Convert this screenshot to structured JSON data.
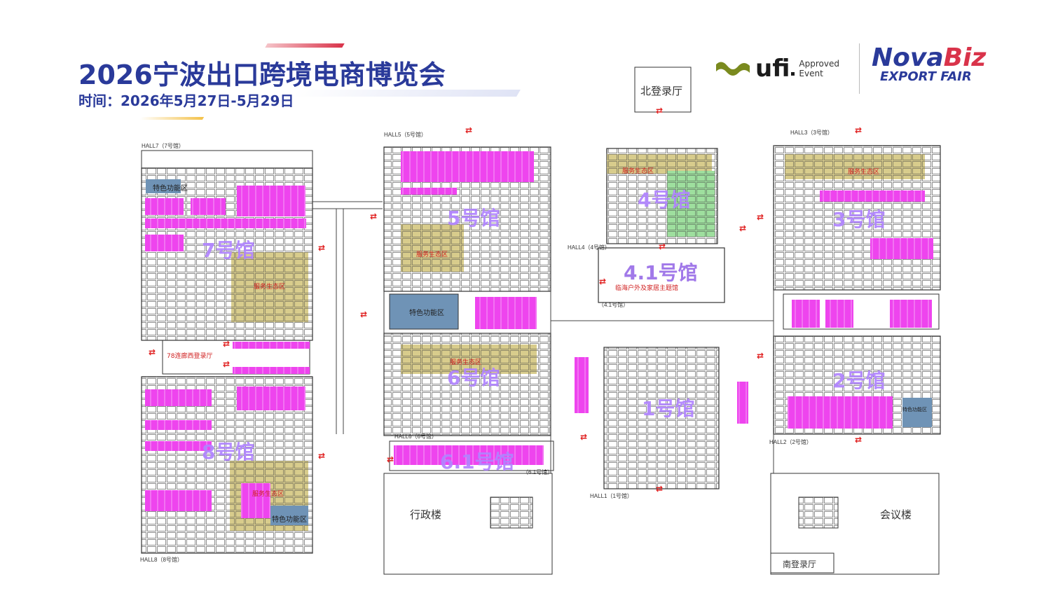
{
  "header": {
    "title": "2026宁波出口跨境电商博览会",
    "date": "时间：2026年5月27日-5月29日"
  },
  "logos": {
    "ufi_text": "ufi",
    "ufi_sub1": "Approved",
    "ufi_sub2": "Event",
    "nova_main_a": "Nova",
    "nova_main_b": "Biz",
    "nova_sub": "EXPORT FAIR"
  },
  "halls": {
    "h7": "7号馆",
    "h8": "8号馆",
    "h5": "5号馆",
    "h6": "6号馆",
    "h61": "6.1号馆",
    "h4": "4号馆",
    "h41": "4.1号馆",
    "h41_sub": "临海户外及家居主题馆",
    "h3": "3号馆",
    "h2": "2号馆",
    "h1": "1号馆"
  },
  "small_labels": {
    "hall7": "HALL7（7号馆）",
    "hall8": "HALL8（8号馆）",
    "hall5": "HALL5（5号馆）",
    "hall6": "HALL6（6号馆）",
    "hall4": "HALL4（4号馆）",
    "hall41": "（4.1号馆）",
    "hall3": "HALL3（3号馆）",
    "hall2": "HALL2（2号馆）",
    "hall1": "HALL1（1号馆）",
    "hall61": "（6.1号馆）"
  },
  "zones": {
    "service": "服务生态区",
    "feature": "特色功能区",
    "west_lobby": "78连廊西登录厅"
  },
  "buildings": {
    "north": "北登录厅",
    "admin": "行政楼",
    "meeting": "会议楼",
    "south": "南登录厅"
  },
  "colors": {
    "brand_blue": "#2a3a9a",
    "brand_red": "#d9334a",
    "booth_pink": "#ee44ee",
    "service_zone": "#d8cc8c",
    "feature_zone": "#6f93b6",
    "hall4_green": "#9edf9e",
    "hall_label": "#b084ff"
  }
}
